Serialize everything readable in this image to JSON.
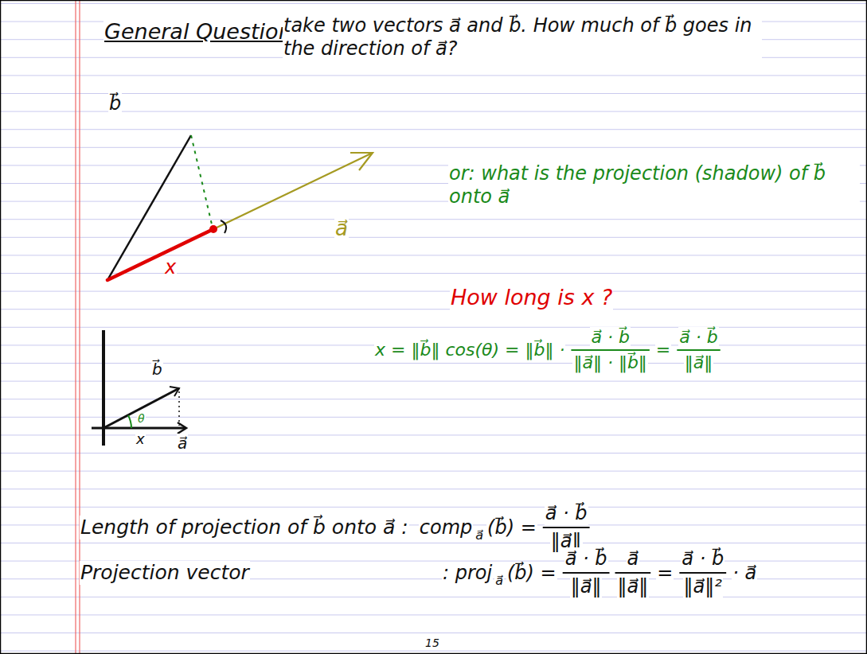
{
  "diagram": {
    "labels": [
      "General Question:",
      "take two vectors a⃗ and b⃗. How much of b⃗ goes in the direction of a⃗?",
      "b⃗",
      "x",
      "a⃗",
      "or: what is the projection (shadow) of b⃗ onto a⃗",
      "How long is x ?",
      "x = ‖b⃗‖ cos(θ) = ‖b⃗‖ ·",
      "a⃗ · b⃗",
      "‖a⃗‖ · ‖b⃗‖",
      "=",
      "a⃗ · b⃗",
      "‖a⃗‖",
      "b⃗",
      "θ",
      "x",
      "a⃗",
      "Length of projection of b⃗ onto a⃗ :",
      "comp",
      "a⃗",
      "(b⃗) =",
      "a⃗ · b⃗",
      "‖a⃗‖",
      "Projection vector",
      ": proj",
      "a⃗",
      "(b⃗) =",
      "a⃗ · b⃗",
      "‖a⃗‖",
      "a⃗",
      "‖a⃗‖",
      "=",
      "a⃗ · b⃗",
      "‖a⃗‖²",
      "· a⃗",
      "15"
    ]
  }
}
